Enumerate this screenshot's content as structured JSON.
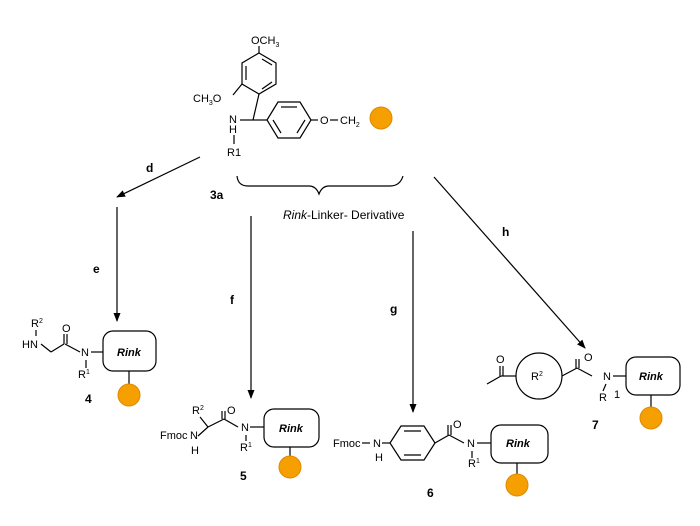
{
  "diagram": {
    "linker_caption_italic": "Rink",
    "linker_caption_rest": "-Linker- Derivative",
    "box_label": "Rink",
    "steps": {
      "d": "d",
      "e": "e",
      "f": "f",
      "g": "g",
      "h": "h"
    },
    "compounds": {
      "c3a": "3a",
      "c4": "4",
      "c5": "5",
      "c6": "6",
      "c7": "7"
    },
    "linker": {
      "och3_top": "OCH",
      "och3_top_sub": "3",
      "ch3o": "CH",
      "ch3o_sub": "3",
      "ch3o_o": "O",
      "nh": "N",
      "nh_h": "H",
      "r1": "R1",
      "o": "O",
      "ch2": "CH",
      "ch2_sub": "2"
    },
    "c4": {
      "r2": "R",
      "r2_sup": "2",
      "hn": "HN",
      "o": "O",
      "n": "N",
      "r1": "R",
      "r1_sup": "1"
    },
    "c5": {
      "r2": "R",
      "r2_sup": "2",
      "o": "O",
      "n": "N",
      "fmoc": "Fmoc",
      "nh_n": "N",
      "nh_h": "H",
      "r1": "R",
      "r1_sup": "1"
    },
    "c6": {
      "fmoc": "Fmoc",
      "n": "N",
      "h": "H",
      "o": "O",
      "amide_n": "N",
      "r1": "R",
      "r1_sup": "1"
    },
    "c7": {
      "o": "O",
      "ring": "R",
      "ring_sup": "2",
      "amide_o": "O",
      "n": "N",
      "r": "R",
      "one": "1"
    }
  }
}
